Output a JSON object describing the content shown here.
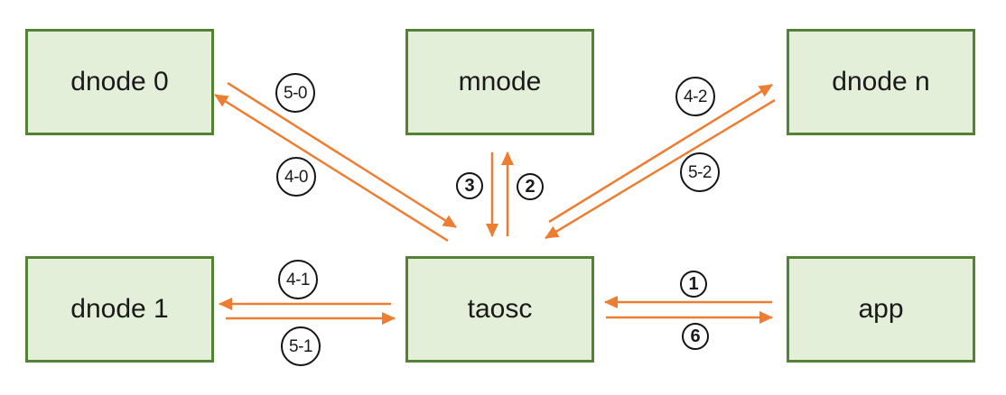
{
  "diagram": {
    "nodes": [
      {
        "id": "dnode-0",
        "label": "dnode 0"
      },
      {
        "id": "mnode",
        "label": "mnode"
      },
      {
        "id": "dnode-n",
        "label": "dnode n"
      },
      {
        "id": "dnode-1",
        "label": "dnode 1"
      },
      {
        "id": "taosc",
        "label": "taosc"
      },
      {
        "id": "app",
        "label": "app"
      }
    ],
    "edge_labels": [
      {
        "id": "5-0",
        "label": "5-0",
        "from": "dnode 0",
        "to": "taosc"
      },
      {
        "id": "4-0",
        "label": "4-0",
        "from": "taosc",
        "to": "dnode 0"
      },
      {
        "id": "3",
        "label": "3",
        "from": "mnode",
        "to": "taosc"
      },
      {
        "id": "2",
        "label": "2",
        "from": "taosc",
        "to": "mnode"
      },
      {
        "id": "4-2",
        "label": "4-2",
        "from": "taosc",
        "to": "dnode n"
      },
      {
        "id": "5-2",
        "label": "5-2",
        "from": "dnode n",
        "to": "taosc"
      },
      {
        "id": "4-1",
        "label": "4-1",
        "from": "taosc",
        "to": "dnode 1"
      },
      {
        "id": "5-1",
        "label": "5-1",
        "from": "dnode 1",
        "to": "taosc"
      },
      {
        "id": "1",
        "label": "1",
        "from": "app",
        "to": "taosc"
      },
      {
        "id": "6",
        "label": "6",
        "from": "taosc",
        "to": "app"
      }
    ],
    "colors": {
      "node_fill": "#e3efd9",
      "node_border": "#548235",
      "arrow": "#ed7d31",
      "circle_border": "#141414",
      "text": "#1a1a1a",
      "background": "#ffffff"
    }
  }
}
